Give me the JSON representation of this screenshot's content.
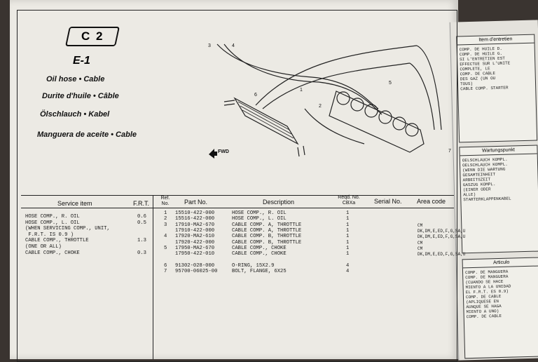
{
  "page": {
    "code": "C 2",
    "section": "E-1",
    "titles": [
      "Oil hose • Cable",
      "Durite d'huile • Câble",
      "Ölschlauch • Kabel",
      "Manguera de aceite • Cable"
    ]
  },
  "diagram": {
    "callouts": [
      "3",
      "4",
      "1",
      "2",
      "5",
      "6",
      "7"
    ],
    "fwd_label": "FWD"
  },
  "table": {
    "headers": {
      "service_item": "Service item",
      "frt": "F.R.T.",
      "ref_no": "Ref. No.",
      "part_no": "Part No.",
      "description": "Description",
      "reqd_no": "Reqd. No. CBXa",
      "serial_no": "Serial No.",
      "area_code": "Area code"
    },
    "service_items": [
      {
        "item": "HOSE COMP., R. OIL",
        "frt": "0.6"
      },
      {
        "item": "HOSE COMP., L. OIL",
        "frt": "0.5"
      },
      {
        "item": "(WHEN SERVICING COMP., UNIT,",
        "frt": ""
      },
      {
        "item": " F.R.T. IS 0.9 )",
        "frt": ""
      },
      {
        "item": "CABLE COMP., THROTTLE",
        "frt": "1.3"
      },
      {
        "item": "(ONE OR ALL)",
        "frt": ""
      },
      {
        "item": "CABLE COMP., CHOKE",
        "frt": "0.3"
      }
    ],
    "parts": [
      {
        "ref": "1",
        "part": "15510-422-000",
        "desc": "HOSE COMP., R. OIL",
        "qty": "1",
        "area": ""
      },
      {
        "ref": "2",
        "part": "15516-422-000",
        "desc": "HOSE COMP., L. OIL",
        "qty": "1",
        "area": ""
      },
      {
        "ref": "3",
        "part": "17910-MA2-670",
        "desc": "CABLE COMP. A, THROTTLE",
        "qty": "1",
        "area": "CM"
      },
      {
        "ref": "",
        "part": "17910-422-000",
        "desc": "CABLE COMP. A, THROTTLE",
        "qty": "1",
        "area": "DK,DM,E,ED,F,G,SA,U"
      },
      {
        "ref": "4",
        "part": "17920-MA2-610",
        "desc": "CABLE COMP. B, THROTTLE",
        "qty": "1",
        "area": "DK,DM,E,ED,F,G,SA,U"
      },
      {
        "ref": "",
        "part": "17920-422-000",
        "desc": "CABLE COMP. B, THROTTLE",
        "qty": "1",
        "area": "CM"
      },
      {
        "ref": "5",
        "part": "17950-MA2-670",
        "desc": "CABLE COMP., CHOKE",
        "qty": "1",
        "area": "CM"
      },
      {
        "ref": "",
        "part": "17950-422-010",
        "desc": "CABLE COMP., CHOKE",
        "qty": "1",
        "area": "DK,DM,E,ED,F,G,SA,U"
      },
      {
        "ref": "",
        "part": "",
        "desc": "",
        "qty": "",
        "area": ""
      },
      {
        "ref": "6",
        "part": "91302-028-000",
        "desc": "O-RING, 15X2.9",
        "qty": "4",
        "area": ""
      },
      {
        "ref": "7",
        "part": "95700-06025-00",
        "desc": "BOLT, FLANGE, 6X25",
        "qty": "4",
        "area": ""
      }
    ]
  },
  "side": {
    "box1_head": "Item d'entretien",
    "box1_text": "COMP. DE HUILE D.\nCOMP. DE HUILE G.\nSI L'ENTRETIEN EST\nEFFECTUE SUR L'UNITE\nCOMPLETE, LE\nCOMP. DE CABLE\nDES GAZ (UN OU\nTOUS)\nCABLE COMP. STARTER",
    "box2_head": "Wartungspunkt",
    "box2_text": "OELSCHLAUCH KOMPL.\nOELSCHLAUCH KOMPL.\n(WENN DIE WARTUNG\nGESAMTEINHEIT\nARBEITSZEIT\nGASZUG KOMPL.\n(EINER ODER\nALLE)\nSTARTERKLAPPENKABEL",
    "box3_head": "Articulo",
    "box3_text": "COMP. DE MANGUERA\nCOMP. DE MANGUERA\n(CUANDO SE HACE\nMIENTO A LA UNIDAD\nEL F.R.T. ES 0.9)\nCOMP. DE CABLE\n(APLIQUESE EN\nAUNQUE SE HAGA\nMIENTO A UNO)\nCOMP. DE CABLE"
  }
}
